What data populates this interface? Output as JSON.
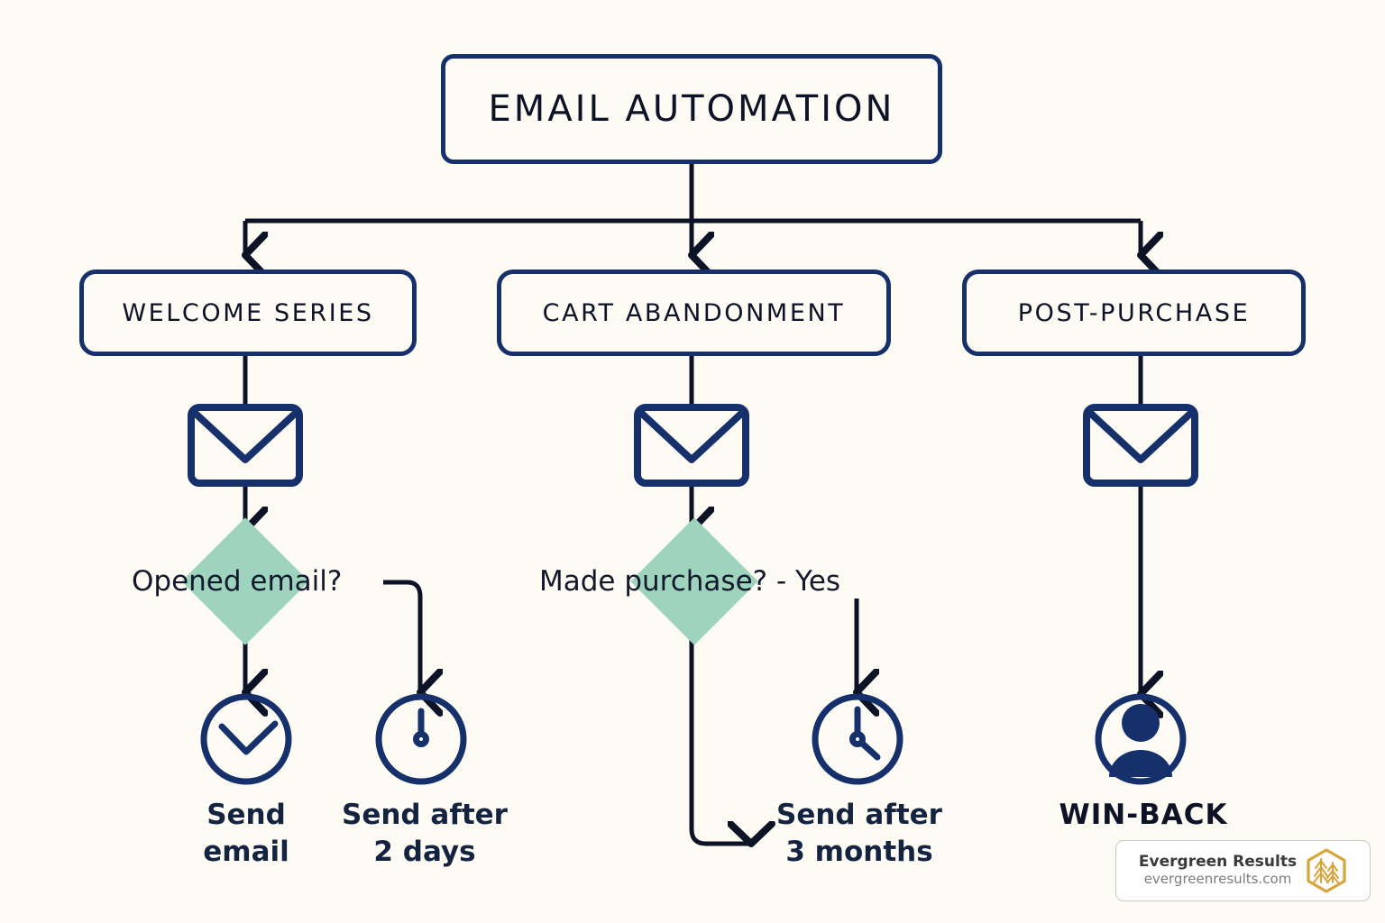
{
  "diagram": {
    "title": "EMAIL AUTOMATION",
    "background_color": "#fdfbf3",
    "line_color": "#0d1326",
    "node_color": "#15306b",
    "decision_color": "#9ed4bd"
  },
  "root": {
    "label": "EMAIL AUTOMATION"
  },
  "branches": [
    {
      "id": "welcome",
      "label": "WELCOME SERIES",
      "icon": "envelope-icon",
      "decision": "Opened email?",
      "leaves": [
        {
          "icon": "clock-check-icon",
          "caption": "Send\nemail"
        },
        {
          "icon": "clock-icon",
          "caption": "Send after\n2 days"
        }
      ]
    },
    {
      "id": "cart",
      "label": "CART ABANDONMENT",
      "icon": "envelope-icon",
      "decision": "Made purchase? - Yes",
      "leaves": [
        {
          "icon": "clock-icon",
          "caption": "Send after\n3 months"
        }
      ]
    },
    {
      "id": "post",
      "label": "POST-PURCHASE",
      "icon": "envelope-icon",
      "decision": null,
      "leaves": [
        {
          "icon": "user-icon",
          "caption": "WIN-BACK"
        }
      ]
    }
  ],
  "watermark": {
    "brand": "Evergreen Results",
    "url": "evergreenresults.com",
    "badge_icon": "pine-tree-hexagon-icon",
    "badge_color": "#d9a43b"
  }
}
